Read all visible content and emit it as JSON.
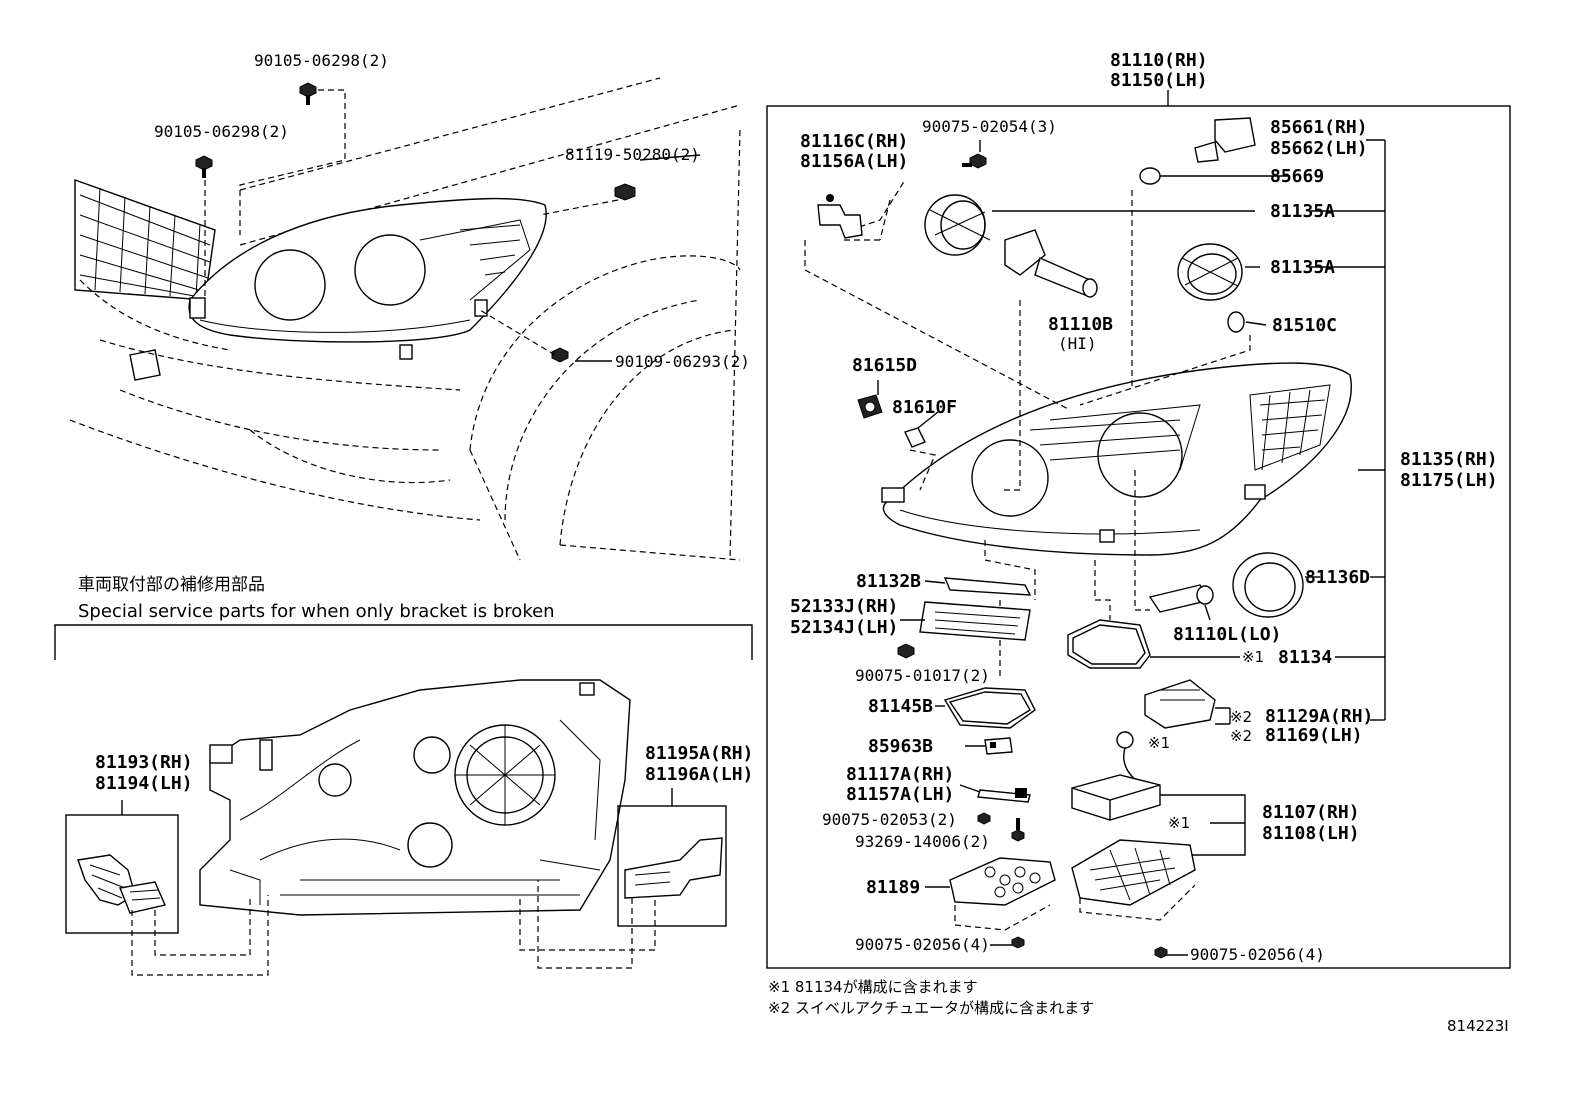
{
  "labels": {
    "l_90105_a": "90105-06298(2)",
    "l_90105_b": "90105-06298(2)",
    "l_81119": "81119-50280(2)",
    "l_90109": "90109-06293(2)",
    "l_81110rh": "81110(RH)",
    "l_81150lh": "81150(LH)",
    "l_81116c": "81116C(RH)",
    "l_81156a": "81156A(LH)",
    "l_90075_02054": "90075-02054(3)",
    "l_85661": "85661(RH)",
    "l_85662": "85662(LH)",
    "l_85669": "85669",
    "l_81135a_1": "81135A",
    "l_81135a_2": "81135A",
    "l_81110b": "81110B",
    "l_hi": "(HI)",
    "l_81510c": "81510C",
    "l_81615d": "81615D",
    "l_81610f": "81610F",
    "l_81135rh": "81135(RH)",
    "l_81175lh": "81175(LH)",
    "l_81132b": "81132B",
    "l_52133j": "52133J(RH)",
    "l_52134j": "52134J(LH)",
    "l_81136d": "81136D",
    "l_81110l": "81110L(LO)",
    "l_90075_01017": "90075-01017(2)",
    "l_mark1_81134": "※1",
    "l_81134": "81134",
    "l_81145b": "81145B",
    "l_85963b": "85963B",
    "l_mark2_a": "※2",
    "l_81129a": "81129A(RH)",
    "l_mark1_a": "※1",
    "l_mark2_b": "※2",
    "l_81169": "81169(LH)",
    "l_81117a": "81117A(RH)",
    "l_81157a": "81157A(LH)",
    "l_90075_02053": "90075-02053(2)",
    "l_93269": "93269-14006(2)",
    "l_mark1_b": "※1",
    "l_81107": "81107(RH)",
    "l_81108": "81108(LH)",
    "l_81189": "81189",
    "l_90075_02056_a": "90075-02056(4)",
    "l_90075_02056_b": "90075-02056(4)",
    "l_81193": "81193(RH)",
    "l_81194": "81194(LH)",
    "l_81195a": "81195A(RH)",
    "l_81196a": "81196A(LH)"
  },
  "section": {
    "title_jp": "車両取付部の補修用部品",
    "title_en": "Special service parts for when only bracket is broken"
  },
  "notes": {
    "note1": "※1 81134が構成に含まれます",
    "note2": "※2 スイベルアクチュエータが構成に含まれます"
  },
  "figure_id": "814223I"
}
